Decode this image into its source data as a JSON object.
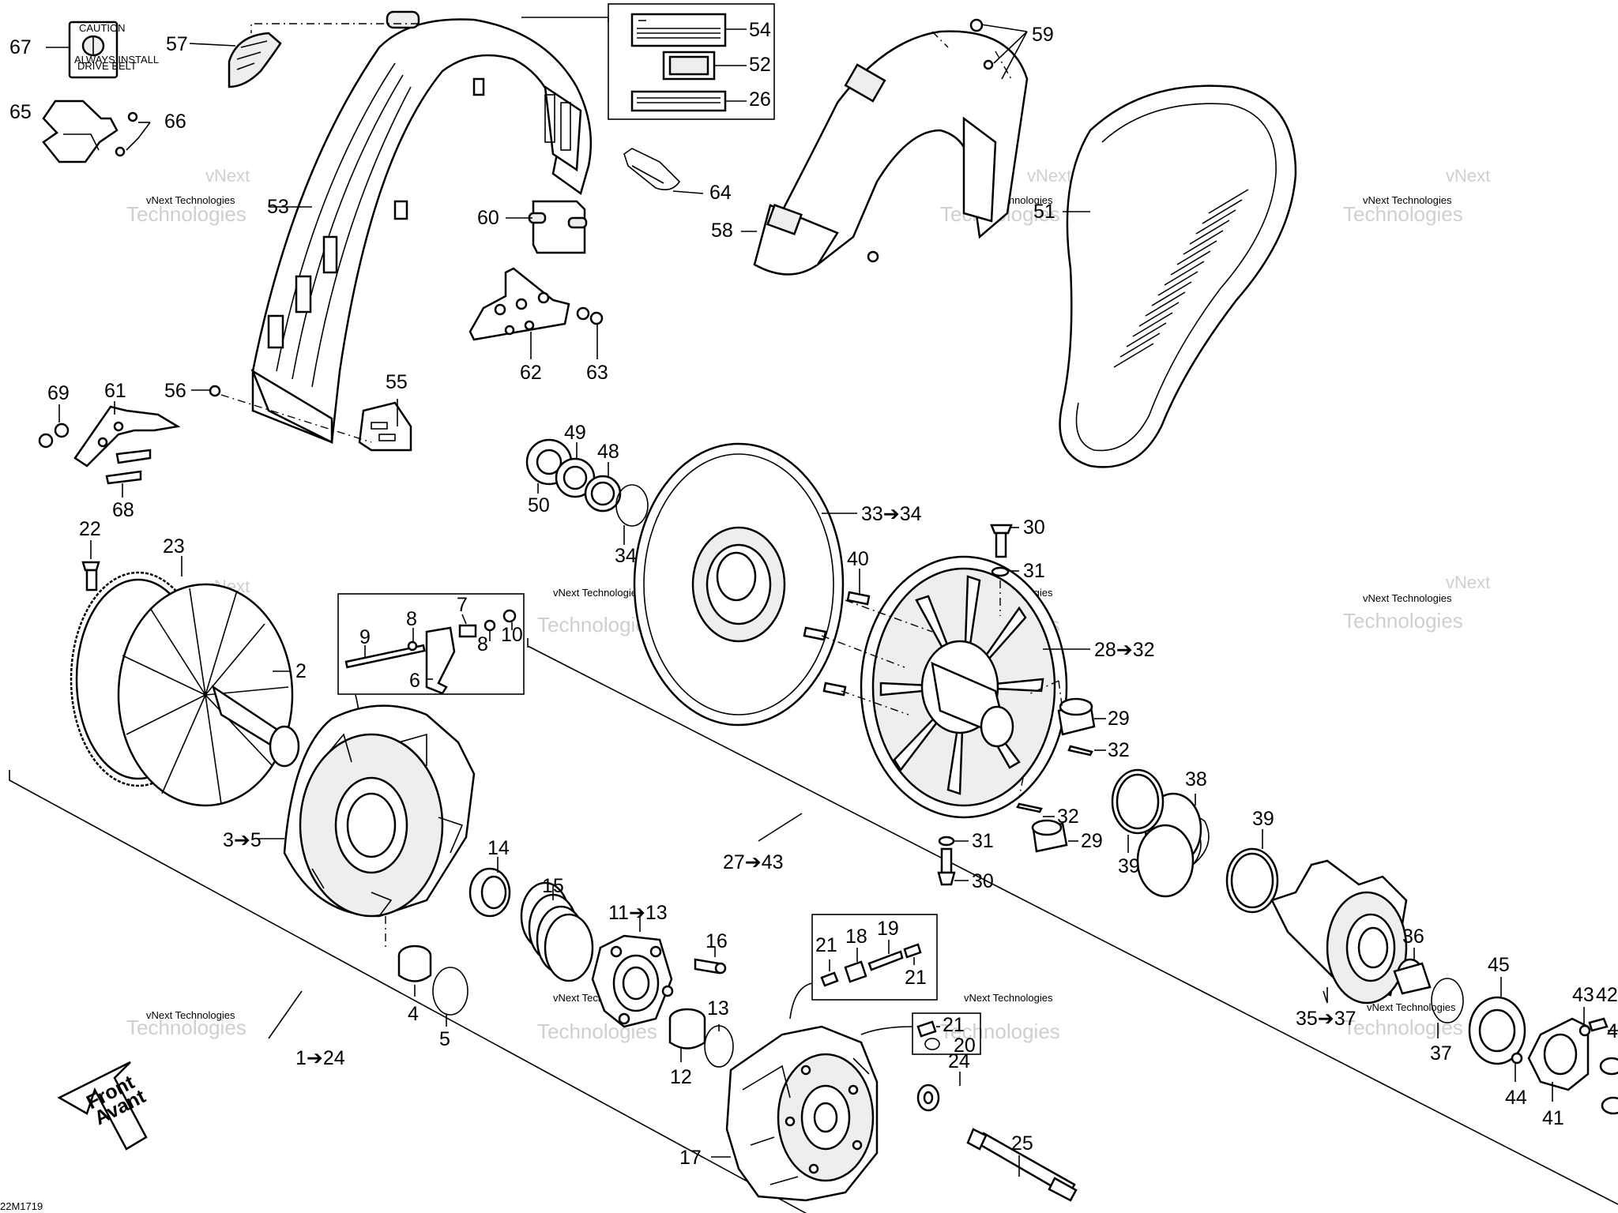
{
  "callouts": {
    "c67": "67",
    "c57": "57",
    "c65": "65",
    "c66": "66",
    "c53": "53",
    "c54": "54",
    "c52": "52",
    "c26": "26",
    "c59": "59",
    "c64": "64",
    "c60": "60",
    "c58": "58",
    "c51": "51",
    "c62": "62",
    "c63": "63",
    "c69": "69",
    "c61": "61",
    "c56": "56",
    "c55": "55",
    "c68": "68",
    "c49": "49",
    "c48": "48",
    "c50": "50",
    "c34": "34",
    "c33_34": "33➔34",
    "c30a": "30",
    "c31a": "31",
    "c40": "40",
    "c22": "22",
    "c23": "23",
    "c7": "7",
    "c8a": "8",
    "c8b": "8",
    "c9": "9",
    "c10": "10",
    "c6": "6",
    "c2": "2",
    "c28_32": "28➔32",
    "c29a": "29",
    "c32a": "32",
    "c38": "38",
    "c39a": "39",
    "c32b": "32",
    "c29b": "29",
    "c31b": "31",
    "c30b": "30",
    "c39b": "39",
    "c3_5": "3➔5",
    "c14": "14",
    "c27_43": "27➔43",
    "c15": "15",
    "c11_13": "11➔13",
    "c16": "16",
    "c4": "4",
    "c5": "5",
    "c13": "13",
    "c12": "12",
    "c1_24": "1➔24",
    "c21a": "21",
    "c18": "18",
    "c19": "19",
    "c21b": "21",
    "c21c": "21",
    "c20": "20",
    "c24": "24",
    "c25": "25",
    "c17": "17",
    "c36": "36",
    "c35_37": "35➔37",
    "c37": "37",
    "c45": "45",
    "c43": "43",
    "c42": "42",
    "c44": "44",
    "c41": "41",
    "c4x": "4"
  },
  "front_arrow": {
    "line1": "Front",
    "line2": "Avant"
  },
  "caution_label": {
    "title": "CAUTION",
    "line1": "ALWAYS INSTALL",
    "line2": "DRIVE BELT"
  },
  "drawing_id": "22M1719",
  "watermark": {
    "line1": "vNext Technologies",
    "line2": "vNext",
    "line3": "Technologies"
  }
}
